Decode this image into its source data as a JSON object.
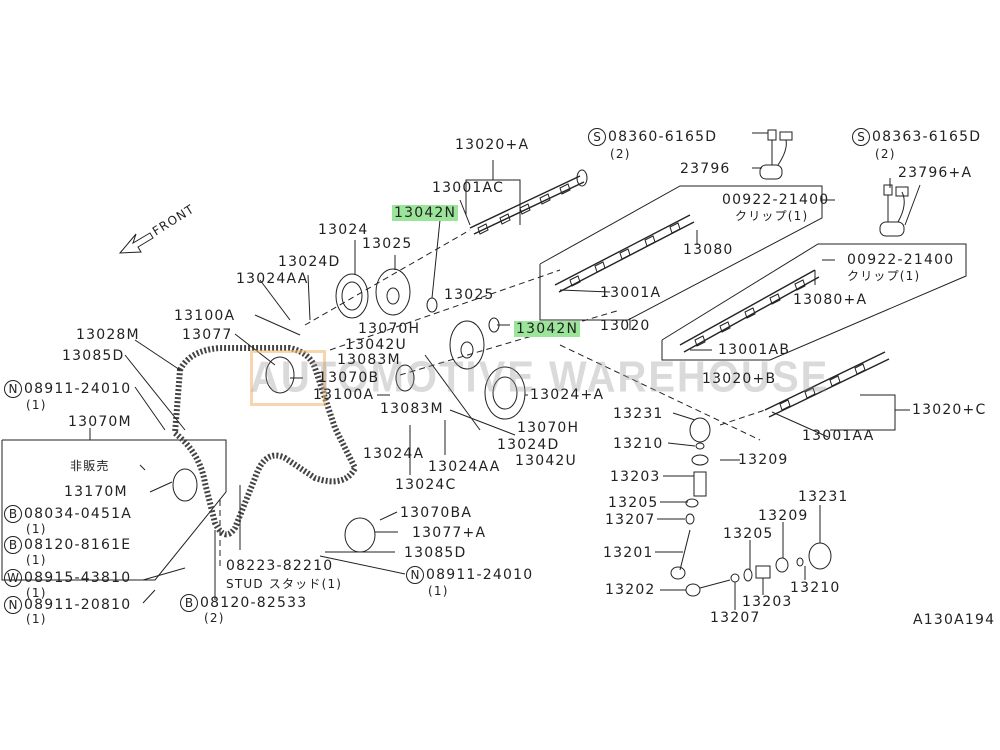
{
  "diagram": {
    "front_label": "FRONT",
    "watermark": "AUTOMOTIVE WAREHOUSE",
    "diagram_code": "A130A194",
    "highlight_color": "#9be59b",
    "labels": {
      "p13020A": "13020+A",
      "p13001AC": "13001AC",
      "p13042N_top": "13042N",
      "s08360": "08360-6165D",
      "s08360_qty": "(2)",
      "p23796": "23796",
      "s08363": "08363-6165D",
      "s08363_qty": "(2)",
      "p23796A": "23796+A",
      "c00922_1": "00922-21400",
      "clip_1": "クリップ(1)",
      "p13080": "13080",
      "c00922_2": "00922-21400",
      "clip_2": "クリップ(1)",
      "p13080A": "13080+A",
      "p13001A": "13001A",
      "p13020": "13020",
      "p13042N_mid": "13042N",
      "p13001AB": "13001AB",
      "p13020B": "13020+B",
      "p13020C": "13020+C",
      "p13001AA": "13001AA",
      "p13024": "13024",
      "p13025_top": "13025",
      "p13024D_top": "13024D",
      "p13024AA_top": "13024AA",
      "p13100A_top": "13100A",
      "p13070H_top": "13070H",
      "p13077": "13077",
      "p13042U_top": "13042U",
      "p13028M": "13028M",
      "p13083M_top": "13083M",
      "p13085D_top": "13085D",
      "p13070B": "13070B",
      "n08911_24010_top": "08911-24010",
      "n08911_24010_top_qty": "(1)",
      "p13100A_mid": "13100A",
      "p13083M_mid": "13083M",
      "p13025_mid": "13025",
      "p13024A_plus": "13024+A",
      "p13070H_mid": "13070H",
      "p13024D_mid": "13024D",
      "p13024A": "13024A",
      "p13024AA_mid": "13024AA",
      "p13042U_mid": "13042U",
      "p13024C": "13024C",
      "p13070M": "13070M",
      "not_for_sale": "非販売",
      "p13170M": "13170M",
      "b08034": "08034-0451A",
      "b08034_qty": "(1)",
      "b08120_8161": "08120-8161E",
      "b08120_8161_qty": "(1)",
      "w08915": "08915-43810",
      "w08915_qty": "(1)",
      "n08911_20810": "08911-20810",
      "n08911_20810_qty": "(1)",
      "b08120_82533": "08120-82533",
      "b08120_82533_qty": "(2)",
      "stud08223": "08223-82210",
      "stud_desc": "STUD スタッド(1)",
      "p13070BA": "13070BA",
      "p13077A": "13077+A",
      "p13085D_bot": "13085D",
      "n08911_24010_bot": "08911-24010",
      "n08911_24010_bot_qty": "(1)",
      "p13231_a": "13231",
      "p13210_a": "13210",
      "p13209_a": "13209",
      "p13203_a": "13203",
      "p13205_a": "13205",
      "p13207_a": "13207",
      "p13201": "13201",
      "p13202": "13202",
      "p13207_b": "13207",
      "p13205_b": "13205",
      "p13209_b": "13209",
      "p13231_b": "13231",
      "p13203_b": "13203",
      "p13210_b": "13210"
    },
    "prefix_symbols": {
      "S": "S",
      "N": "N",
      "B": "B",
      "W": "W"
    }
  }
}
